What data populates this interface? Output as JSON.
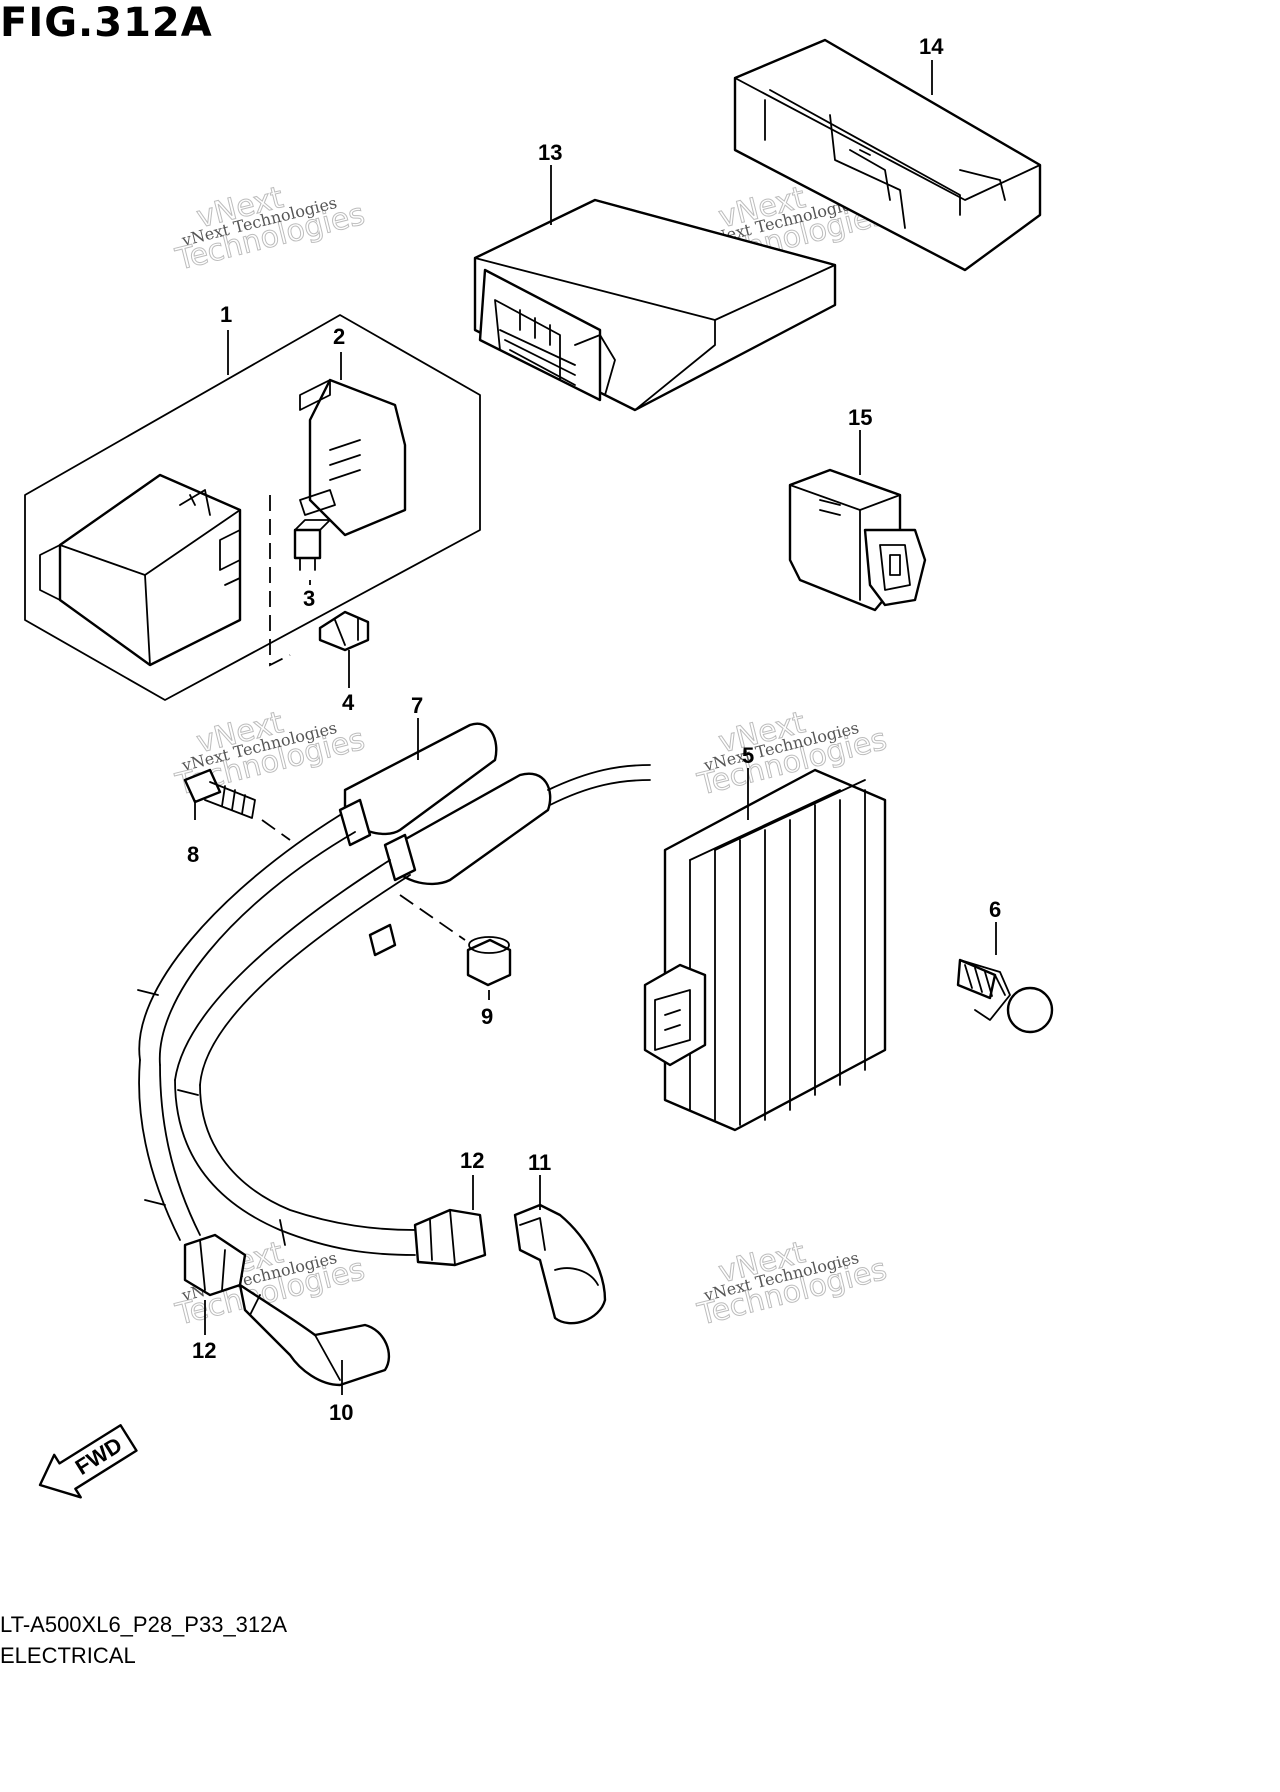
{
  "figure": {
    "title": "FIG.312A",
    "model_code": "LT-A500XL6_P28_P33_312A",
    "section": "ELECTRICAL",
    "direction_label": "FWD"
  },
  "watermark": {
    "line1": "vNext Technologies",
    "line2": "vNext",
    "line3": "Technologies"
  },
  "callouts": [
    "1",
    "2",
    "3",
    "4",
    "5",
    "6",
    "7",
    "8",
    "9",
    "10",
    "11",
    "12",
    "12",
    "13",
    "14",
    "15"
  ]
}
